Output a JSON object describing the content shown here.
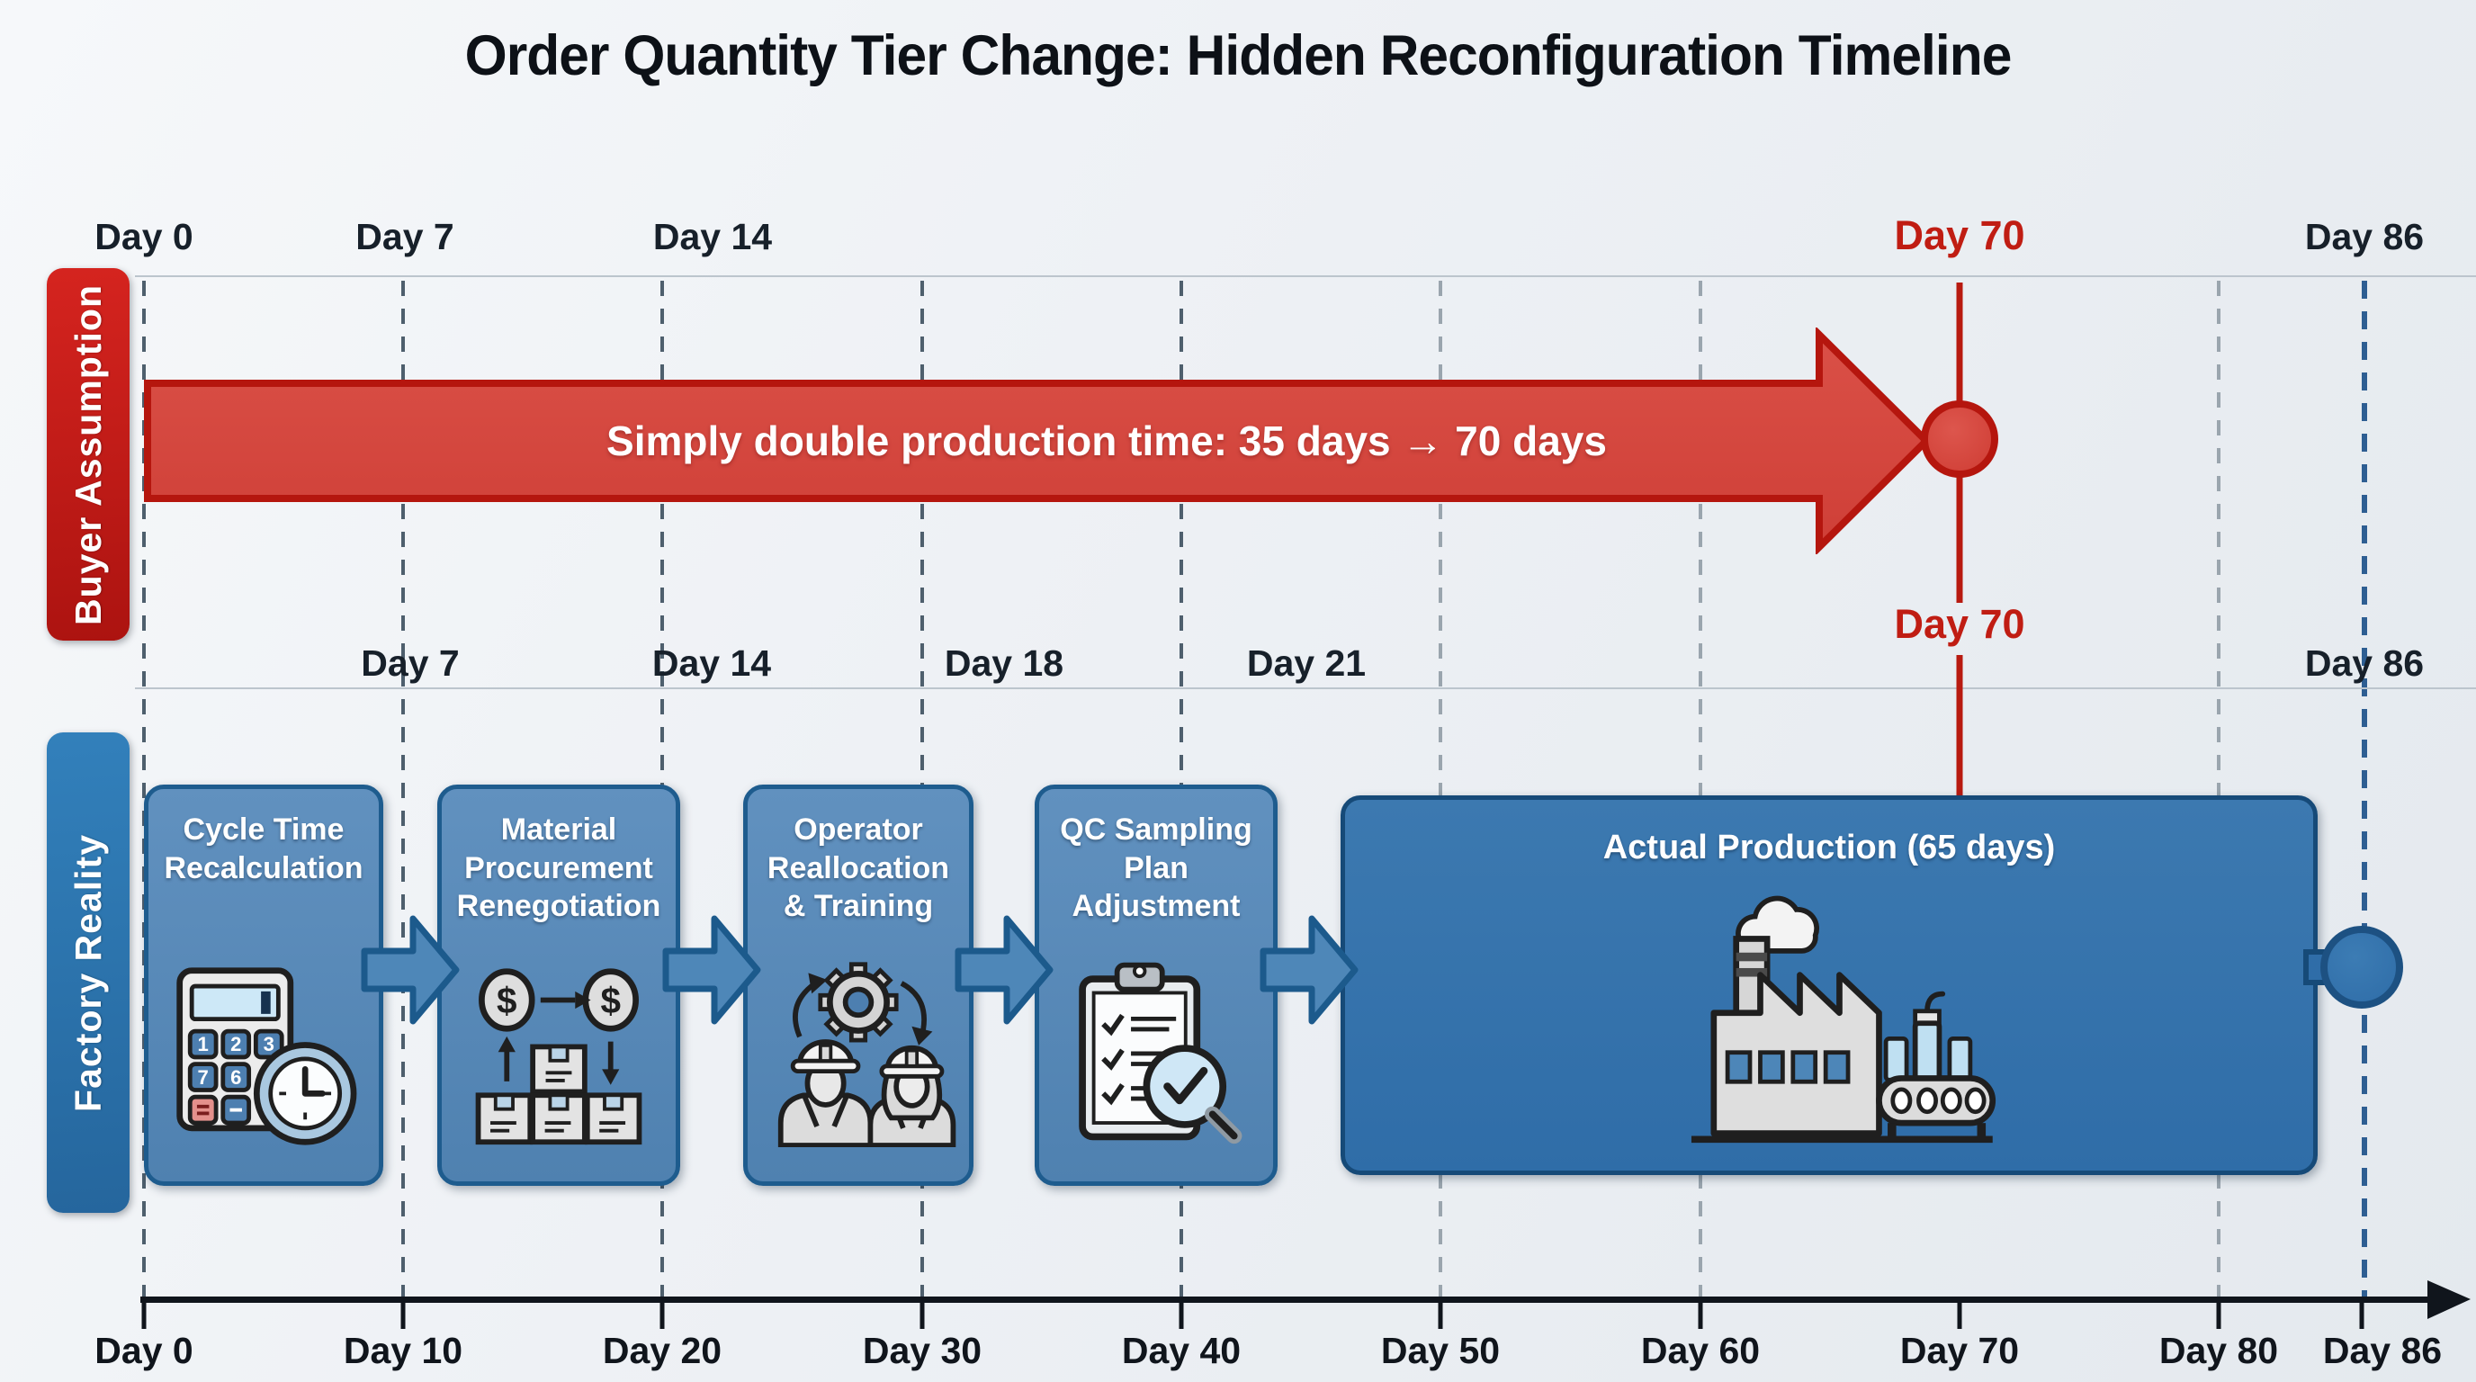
{
  "title": "Order Quantity Tier Change: Hidden Reconfiguration Timeline",
  "colors": {
    "buyer_red": "#c42320",
    "milestone_red": "#c01d13",
    "factory_blue": "#2d74ae",
    "phase_fill": "#5586b4",
    "phase_border": "#1e5c8e",
    "production_fill": "#2f6da8",
    "day86_line_blue": "#2e5e92",
    "gridline_slate": "#4e5f6d",
    "axis_dark": "#10151c"
  },
  "top_timeline": {
    "milestones": [
      {
        "label": "Day 0",
        "emphasis": "normal"
      },
      {
        "label": "Day 7",
        "emphasis": "normal"
      },
      {
        "label": "Day 14",
        "emphasis": "normal"
      },
      {
        "label": "Day 70",
        "emphasis": "red"
      },
      {
        "label": "Day 86",
        "emphasis": "normal"
      }
    ]
  },
  "buyer": {
    "label": "Buyer Assumption",
    "arrow_text": "Simply double production time: 35 days → 70 days"
  },
  "factory": {
    "label": "Factory Reality",
    "day70_label": "Day 70",
    "milestones": [
      {
        "label": "Day 7"
      },
      {
        "label": "Day 14"
      },
      {
        "label": "Day 18"
      },
      {
        "label": "Day 21"
      },
      {
        "label": "Day 86"
      }
    ],
    "phases": [
      {
        "title": "Cycle Time Recalculation",
        "icon": "calculator-clock-icon"
      },
      {
        "title": "Material Procurement Renegotiation",
        "icon": "currency-exchange-boxes-icon"
      },
      {
        "title": "Operator Reallocation & Training",
        "icon": "workers-gear-icon"
      },
      {
        "title": "QC Sampling Plan Adjustment",
        "icon": "clipboard-checklist-magnifier-icon"
      },
      {
        "title": "Actual Production (65 days)",
        "icon": "factory-conveyor-icon"
      }
    ]
  },
  "axis": {
    "ticks": [
      {
        "label": "Day 0"
      },
      {
        "label": "Day 10"
      },
      {
        "label": "Day 20"
      },
      {
        "label": "Day 30"
      },
      {
        "label": "Day 40"
      },
      {
        "label": "Day 50"
      },
      {
        "label": "Day 60"
      },
      {
        "label": "Day 70"
      },
      {
        "label": "Day 80"
      },
      {
        "label": "Day 86"
      }
    ]
  }
}
